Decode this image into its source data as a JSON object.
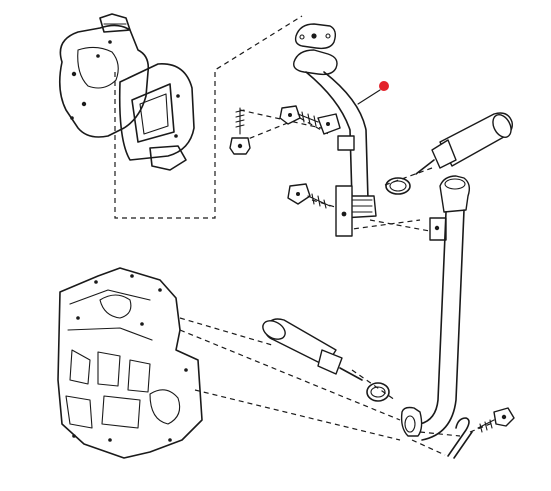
{
  "diagram": {
    "line_color": "#1a1a1a",
    "background": "#ffffff",
    "marker_color": "#e3222b",
    "parts": [
      "turbocharger",
      "gasket-top",
      "oil-return-pipe",
      "bolt-upper-left",
      "bolt-upper-middle",
      "clip",
      "bolt-lower-middle",
      "o-ring-upper",
      "sealant-tube-upper",
      "hose-pipe",
      "engine-block",
      "sealant-tube-lower",
      "o-ring-lower",
      "hook-clamp",
      "bolt-lower-right"
    ]
  }
}
